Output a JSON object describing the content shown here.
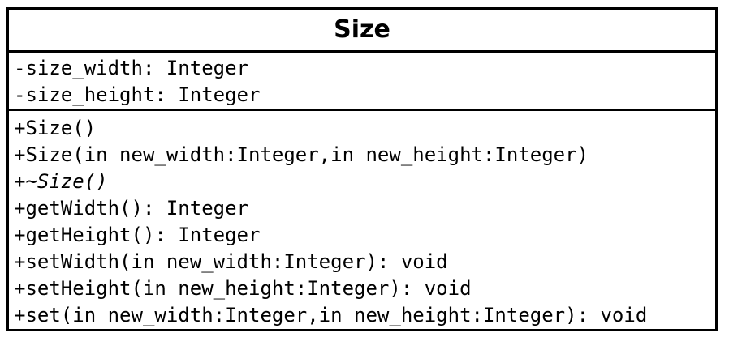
{
  "class": {
    "name": "Size",
    "attributes": [
      "-size_width: Integer",
      "-size_height: Integer"
    ],
    "operations": [
      {
        "visibility": "+",
        "signature": "Size()"
      },
      {
        "visibility": "+",
        "signature": "Size(in new_width:Integer,in new_height:Integer)"
      },
      {
        "visibility": "+~",
        "signature": "Size()"
      },
      {
        "visibility": "+",
        "signature": "getWidth(): Integer"
      },
      {
        "visibility": "+",
        "signature": "getHeight(): Integer"
      },
      {
        "visibility": "+",
        "signature": "setWidth(in new_width:Integer): void"
      },
      {
        "visibility": "+",
        "signature": "setHeight(in new_height:Integer): void"
      },
      {
        "visibility": "+",
        "signature": "set(in new_width:Integer,in new_height:Integer): void"
      }
    ]
  }
}
